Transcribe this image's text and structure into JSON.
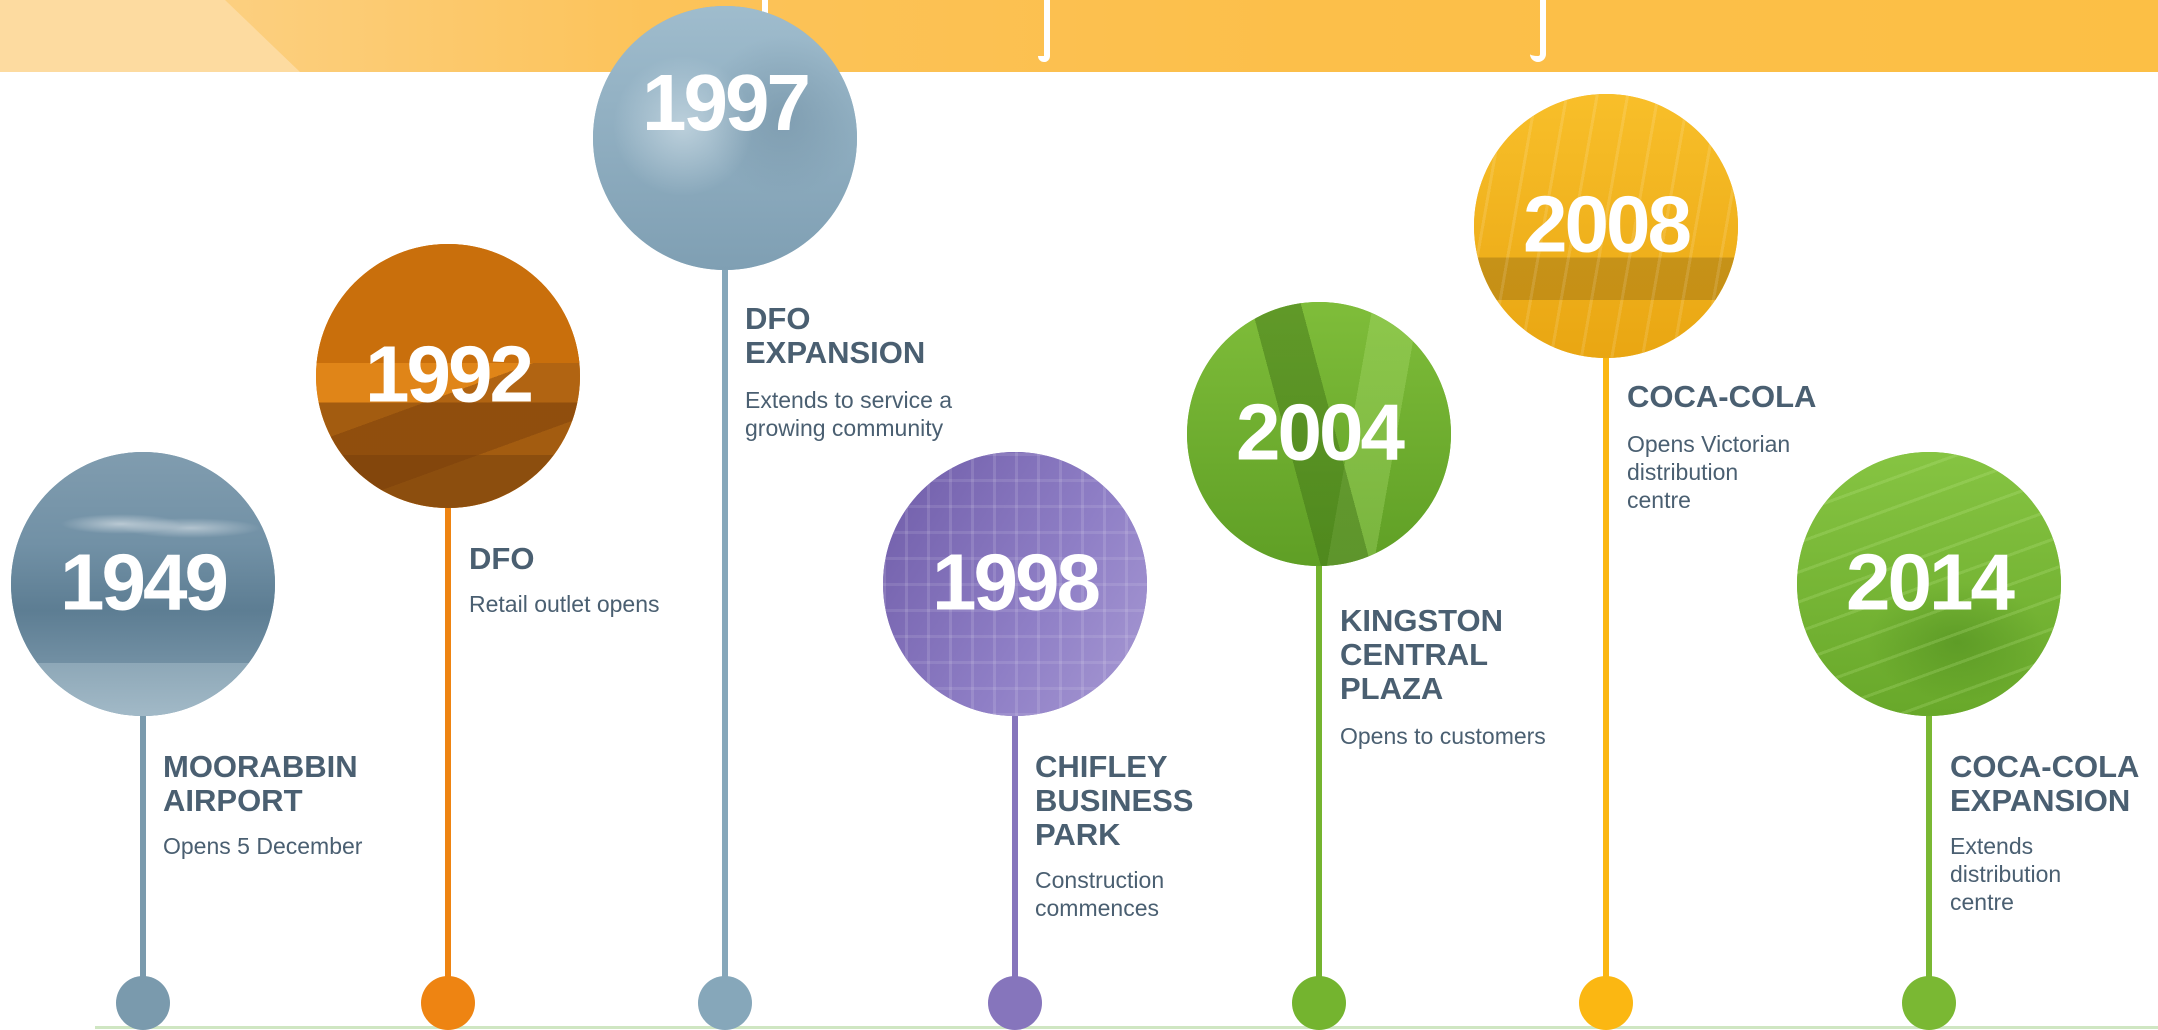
{
  "colors": {
    "banner": "#fcbf45",
    "text": "#4a5f71",
    "baseline": "#cfe6c2"
  },
  "timeline": [
    {
      "year": "1949",
      "title": "MOORABBIN\nAIRPORT",
      "description": "Opens 5 December",
      "color": "#7a9aad",
      "photo": "airport-planes-photo"
    },
    {
      "year": "1992",
      "title": "DFO",
      "description": "Retail outlet opens",
      "color": "#ee8412",
      "photo": "dfo-building-photo"
    },
    {
      "year": "1997",
      "title": "DFO\nEXPANSION",
      "description": "Extends to service a\ngrowing community",
      "color": "#86a7ba",
      "photo": "family-photo"
    },
    {
      "year": "1998",
      "title": "CHIFLEY\nBUSINESS\nPARK",
      "description": "Construction\ncommences",
      "color": "#8675bc",
      "photo": "office-building-photo"
    },
    {
      "year": "2004",
      "title": "KINGSTON\nCENTRAL\nPLAZA",
      "description": "Opens to customers",
      "color": "#74b42f",
      "photo": "shopping-bags-photo"
    },
    {
      "year": "2008",
      "title": "COCA-COLA",
      "description": "Opens Victorian\ndistribution\ncentre",
      "color": "#fbb712",
      "photo": "warehouse-trucks-photo"
    },
    {
      "year": "2014",
      "title": "COCA-COLA\nEXPANSION",
      "description": "Extends\ndistribution\ncentre",
      "color": "#7ab833",
      "photo": "warehouse-interior-photo"
    }
  ]
}
